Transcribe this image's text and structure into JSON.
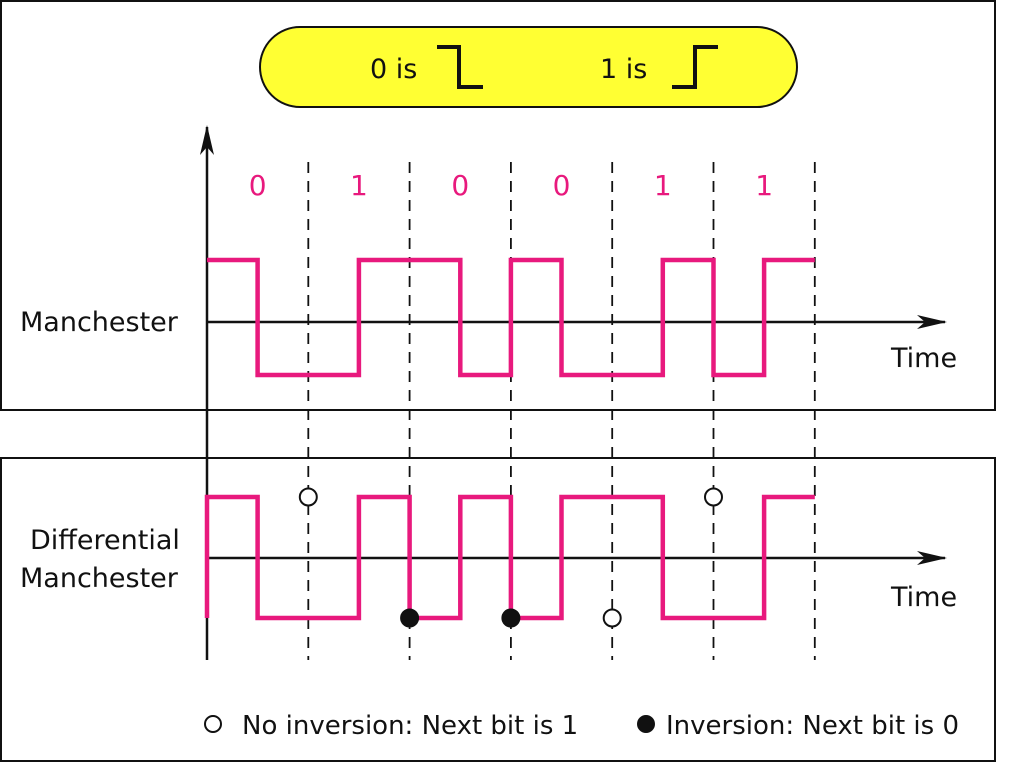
{
  "legend_top": {
    "zero_label": "0 is",
    "one_label": "1 is",
    "pill_color": "#ffff33"
  },
  "bits": [
    "0",
    "1",
    "0",
    "0",
    "1",
    "1"
  ],
  "manchester": {
    "label": "Manchester",
    "time_label": "Time",
    "levels": [
      1,
      0,
      0,
      1,
      1,
      0,
      1,
      0,
      0,
      1,
      0,
      1
    ]
  },
  "differential": {
    "label_line1": "Differential",
    "label_line2": "Manchester",
    "time_label": "Time",
    "levels": [
      1,
      0,
      0,
      1,
      0,
      1,
      0,
      1,
      1,
      0,
      0,
      1
    ],
    "markers": [
      {
        "boundary": 1,
        "level": 1,
        "type": "no-inversion"
      },
      {
        "boundary": 2,
        "level": 0,
        "type": "inversion"
      },
      {
        "boundary": 3,
        "level": 0,
        "type": "inversion"
      },
      {
        "boundary": 4,
        "level": 0,
        "type": "no-inversion"
      },
      {
        "boundary": 5,
        "level": 1,
        "type": "no-inversion"
      }
    ]
  },
  "legend_bottom": {
    "no_inversion": "No inversion: Next bit is 1",
    "inversion": "Inversion: Next bit is 0"
  },
  "colors": {
    "signal": "#e8197d",
    "bit_label": "#e8197d",
    "axis": "#111111"
  }
}
